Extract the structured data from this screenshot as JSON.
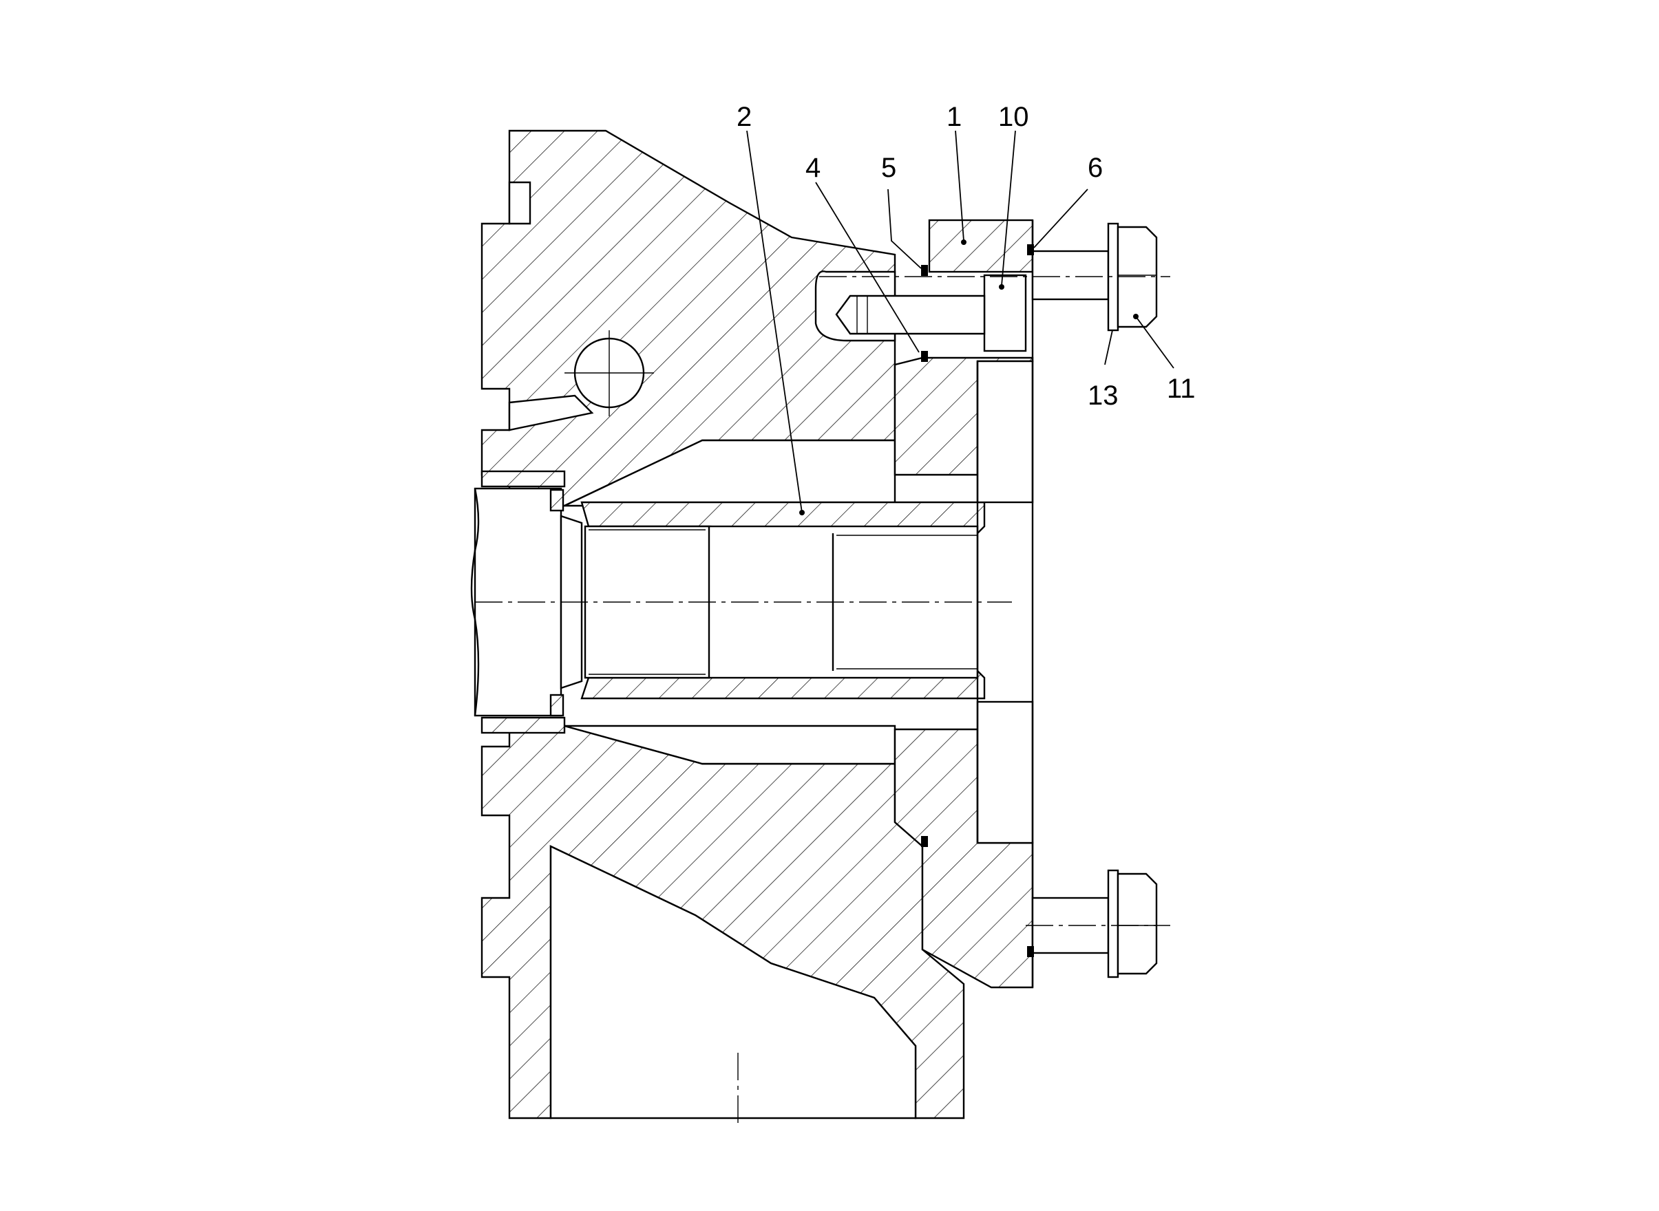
{
  "drawing": {
    "type": "mechanical cross-section drawing"
  },
  "callouts": [
    {
      "id": "c1",
      "text": "1"
    },
    {
      "id": "c2",
      "text": "2"
    },
    {
      "id": "c4",
      "text": "4"
    },
    {
      "id": "c5",
      "text": "5"
    },
    {
      "id": "c6",
      "text": "6"
    },
    {
      "id": "c10",
      "text": "10"
    },
    {
      "id": "c11",
      "text": "11"
    },
    {
      "id": "c13",
      "text": "13"
    }
  ],
  "colors": {
    "line": "#000000",
    "background": "#ffffff"
  }
}
